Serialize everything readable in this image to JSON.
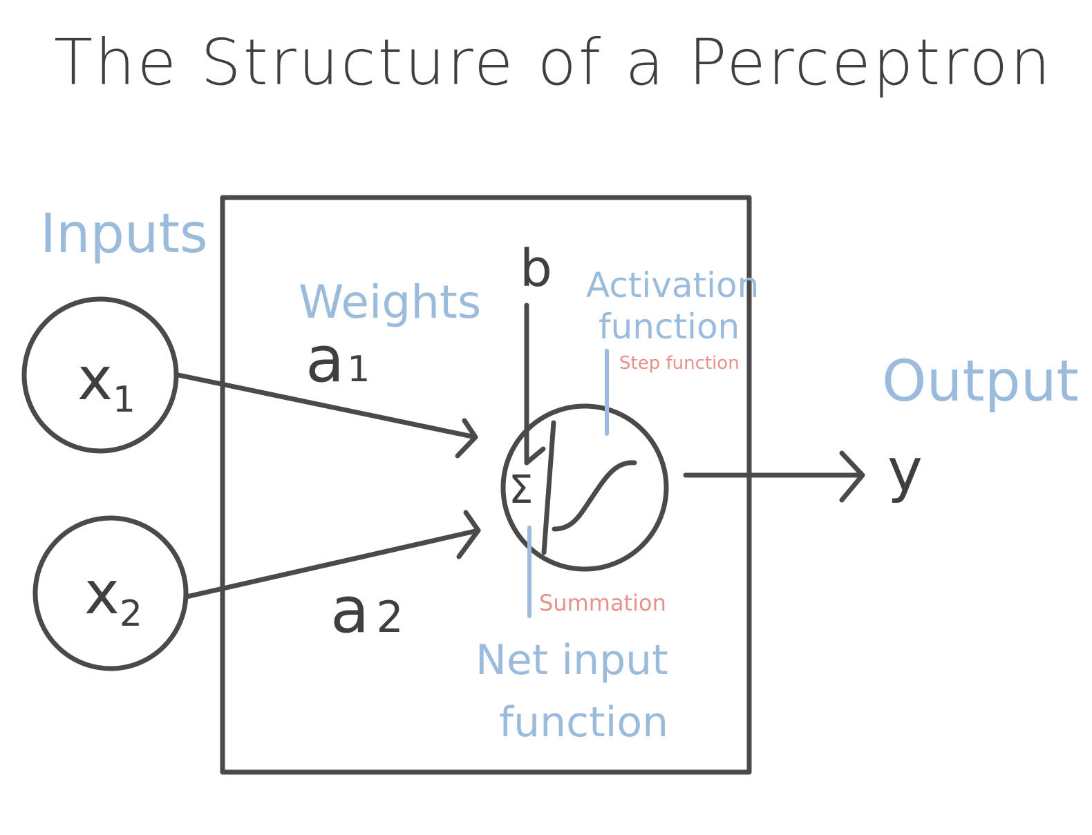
{
  "title": "The Structure of a Perceptron",
  "labels": {
    "inputs": "Inputs",
    "weights": "Weights",
    "bias": "b",
    "activation_line1": "Activation",
    "activation_line2": "function",
    "step_function": "Step function",
    "output": "Output",
    "output_var": "y",
    "summation": "Summation",
    "sigma": "Σ",
    "net_input_line1": "Net input",
    "net_input_line2": "function"
  },
  "nodes": {
    "x1": {
      "base": "x",
      "sub": "1"
    },
    "x2": {
      "base": "x",
      "sub": "2"
    }
  },
  "weights": {
    "a1": {
      "base": "a",
      "sub": "1"
    },
    "a2": {
      "base": "a",
      "sub": "2"
    }
  },
  "colors": {
    "ink": "#4a4a4a",
    "annotation_blue": "#9bbbdd",
    "annotation_red": "#e8908b",
    "background": "#ffffff"
  }
}
